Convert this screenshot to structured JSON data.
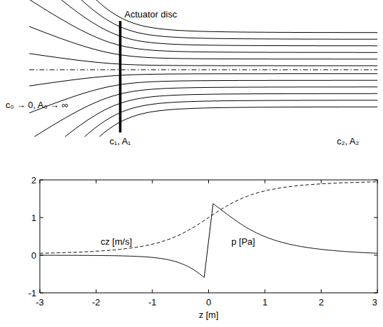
{
  "diagram": {
    "labels": [
      "Actuator disc",
      "c₀ → 0, A₀ → ∞",
      "c₁, A₁",
      "c₂, A₂",
      "2",
      "1",
      "0",
      "-1",
      "-3",
      "-2",
      "-1",
      "0",
      "1",
      "2",
      "3",
      "cz [m/s]",
      "p [Pa]",
      "z [m]"
    ]
  }
}
